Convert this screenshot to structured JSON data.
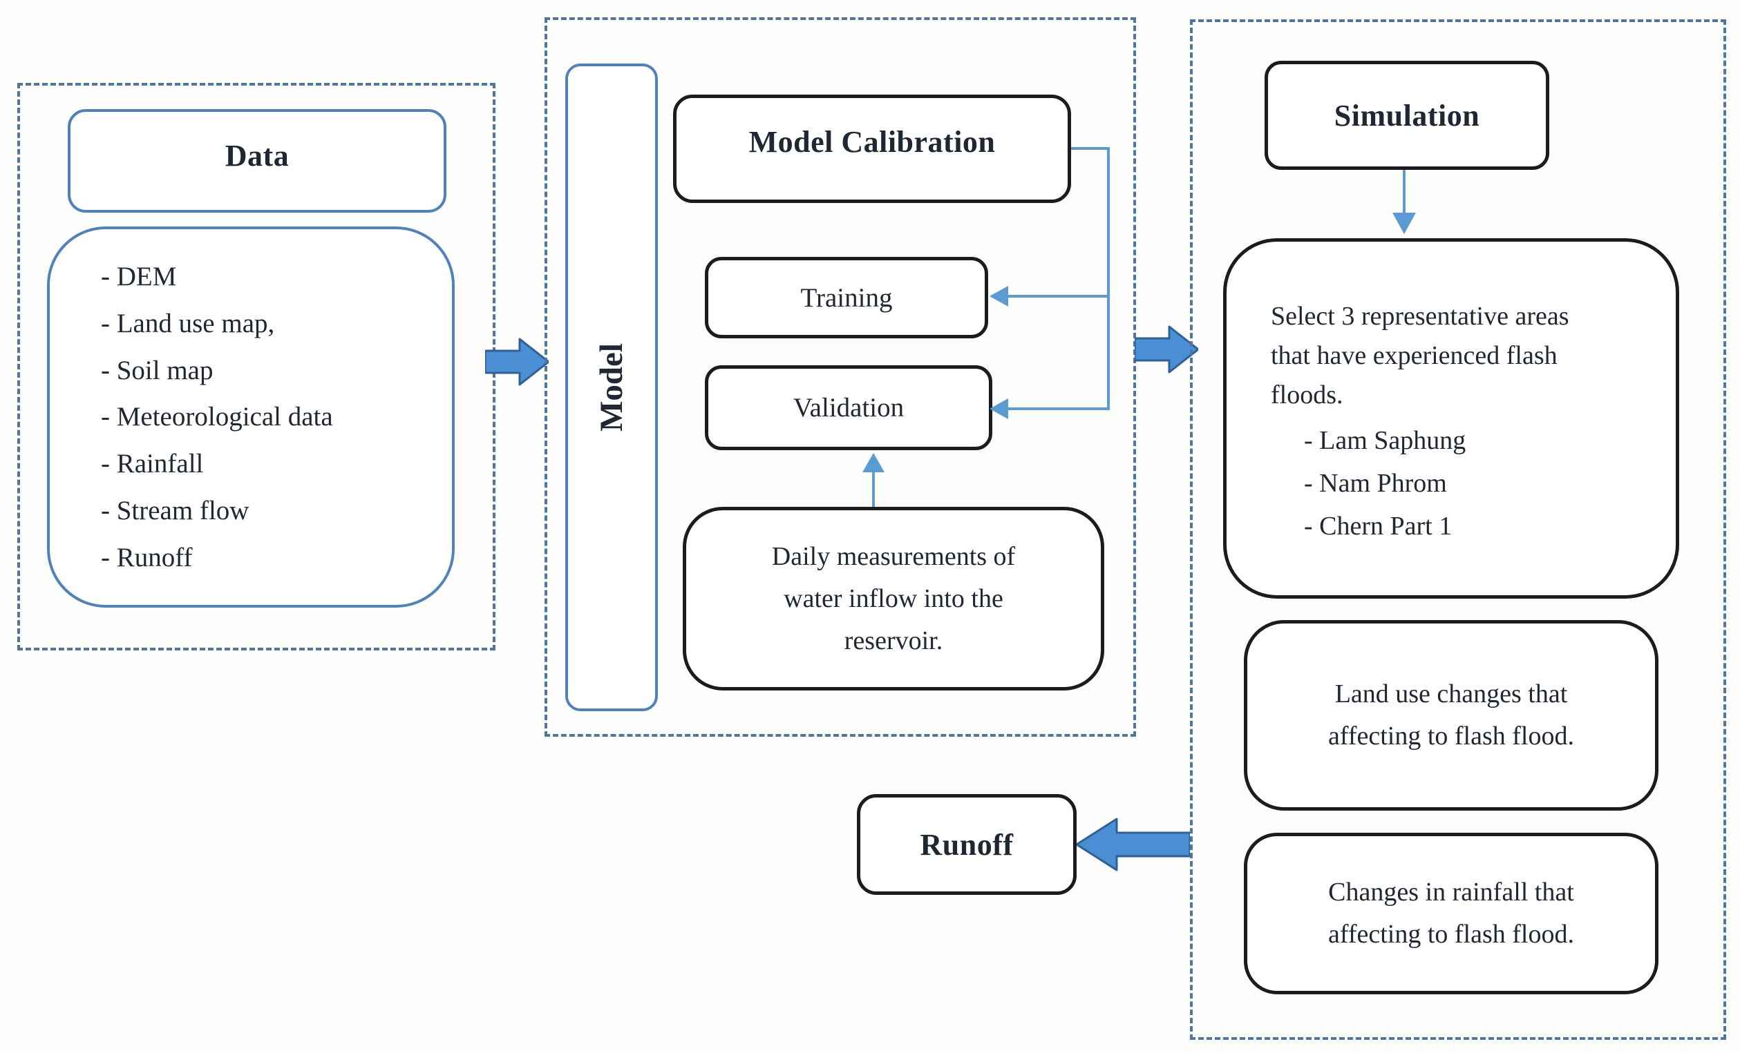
{
  "colors": {
    "dashed_border": "#4e76a0",
    "blue_box_border": "#4f81bd",
    "black_box_border": "#1c1c1c",
    "arrow_fill": "#4a8fd3",
    "arrow_stroke": "#2e5f96",
    "connector": "#5b9bd5",
    "text_color": "#1f2733"
  },
  "data_section": {
    "title": "Data",
    "items": [
      "- DEM",
      "- Land use map,",
      "- Soil map",
      "- Meteorological data",
      "- Rainfall",
      "- Stream flow",
      "- Runoff"
    ]
  },
  "model_section": {
    "vertical_label": "Model",
    "calibration_title": "Model Calibration",
    "training_label": "Training",
    "validation_label": "Validation",
    "daily_lines": [
      "Daily measurements of",
      "water inflow into the",
      "reservoir."
    ]
  },
  "simulation_section": {
    "title": "Simulation",
    "select_lines": [
      "Select 3 representative areas",
      "that have experienced flash",
      "floods."
    ],
    "select_items": [
      "- Lam Saphung",
      "- Nam Phrom",
      "- Chern Part 1"
    ],
    "landuse_lines": [
      "Land use changes that",
      "affecting to flash flood."
    ],
    "rainfall_lines": [
      "Changes in rainfall that",
      "affecting to flash flood."
    ]
  },
  "runoff_label": "Runoff"
}
